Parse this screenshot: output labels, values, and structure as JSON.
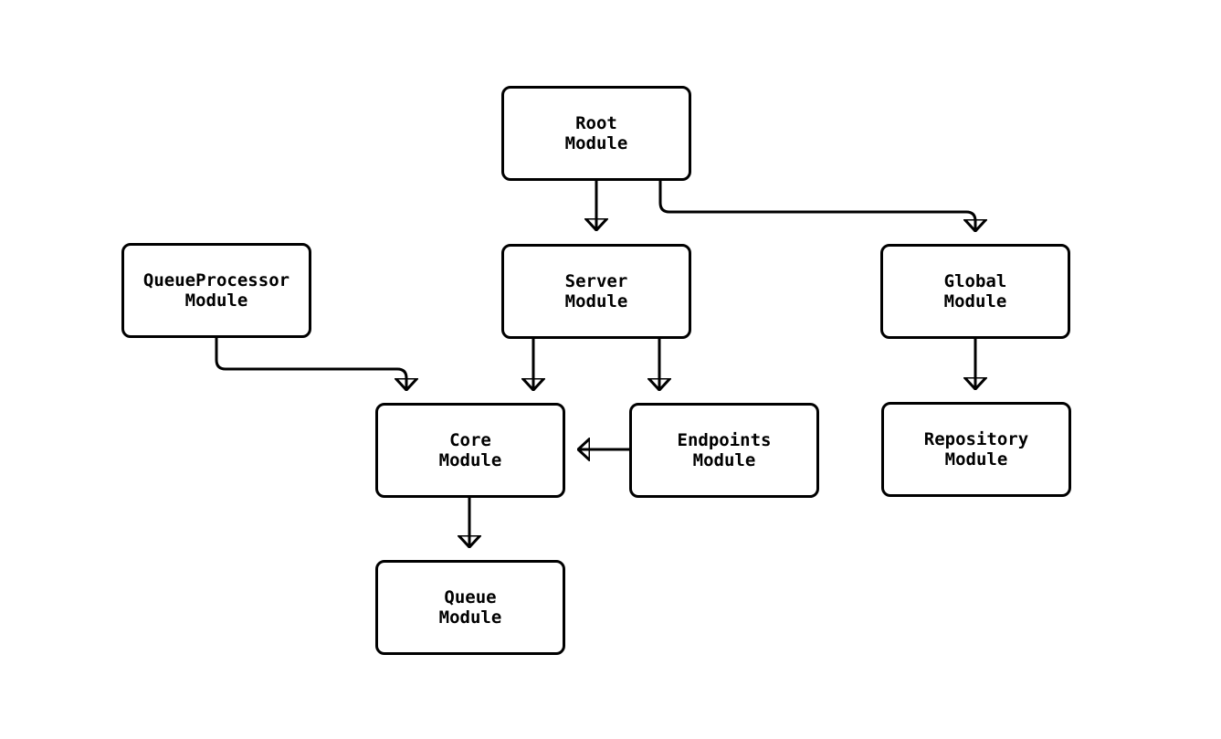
{
  "diagram": {
    "type": "flowchart-module-dependency",
    "background_color": "#ffffff",
    "node_fill": "#ffffff",
    "node_stroke": "#000000",
    "edge_color": "#000000",
    "nodes": {
      "root": {
        "label": "Root\nModule"
      },
      "server": {
        "label": "Server\nModule"
      },
      "queue_processor": {
        "label": "QueueProcessor\nModule"
      },
      "global": {
        "label": "Global\nModule"
      },
      "core": {
        "label": "Core\nModule"
      },
      "endpoints": {
        "label": "Endpoints\nModule"
      },
      "repository": {
        "label": "Repository\nModule"
      },
      "queue": {
        "label": "Queue\nModule"
      }
    },
    "edges": [
      {
        "from": "Root Module",
        "to": "Server Module"
      },
      {
        "from": "Root Module",
        "to": "Global Module"
      },
      {
        "from": "QueueProcessor Module",
        "to": "Core Module"
      },
      {
        "from": "Server Module",
        "to": "Core Module"
      },
      {
        "from": "Server Module",
        "to": "Endpoints Module"
      },
      {
        "from": "Endpoints Module",
        "to": "Core Module"
      },
      {
        "from": "Global Module",
        "to": "Repository Module"
      },
      {
        "from": "Core Module",
        "to": "Queue Module"
      }
    ]
  }
}
